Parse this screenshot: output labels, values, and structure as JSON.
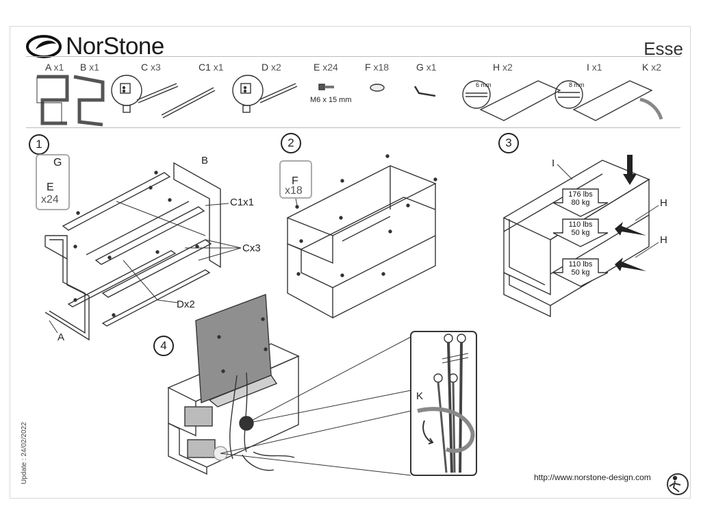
{
  "header": {
    "brand": "NorStone",
    "product": "Esse"
  },
  "parts": [
    {
      "letter": "A",
      "qty": "x1"
    },
    {
      "letter": "B",
      "qty": "x1"
    },
    {
      "letter": "C",
      "qty": "x3"
    },
    {
      "letter": "C1",
      "qty": "x1"
    },
    {
      "letter": "D",
      "qty": "x2"
    },
    {
      "letter": "E",
      "qty": "x24"
    },
    {
      "letter": "F",
      "qty": "x18"
    },
    {
      "letter": "G",
      "qty": "x1"
    },
    {
      "letter": "H",
      "qty": "x2"
    },
    {
      "letter": "I",
      "qty": "x1"
    },
    {
      "letter": "K",
      "qty": "x2"
    }
  ],
  "part_notes": {
    "screw_size": "M6 x 15 mm",
    "h_thickness": "6 mm",
    "i_thickness": "8 mm"
  },
  "steps": [
    {
      "number": "1"
    },
    {
      "number": "2"
    },
    {
      "number": "3"
    },
    {
      "number": "4"
    }
  ],
  "step1": {
    "tool_g": "G",
    "tool_e": "E",
    "tool_qty": "x24",
    "label_b": "B",
    "label_c1": "C1x1",
    "label_c": "Cx3",
    "label_d": "Dx2",
    "label_a": "A"
  },
  "step2": {
    "foot_label": "F",
    "foot_qty": "x18"
  },
  "step3": {
    "label_i": "I",
    "label_h_top": "H",
    "label_h_bottom": "H",
    "loads": [
      {
        "lbs": "176 lbs",
        "kg": "80 kg"
      },
      {
        "lbs": "110 lbs",
        "kg": "50 kg"
      },
      {
        "lbs": "110 lbs",
        "kg": "50 kg"
      }
    ]
  },
  "step4": {
    "label_k": "K"
  },
  "footer": {
    "update": "Update : 24/02/2022",
    "url": "http://www.norstone-design.com"
  },
  "colors": {
    "line": "#333333",
    "gray_box": "#aaaaaa",
    "tv_fill": "#8f8f8f",
    "dark_dot": "#333333"
  }
}
